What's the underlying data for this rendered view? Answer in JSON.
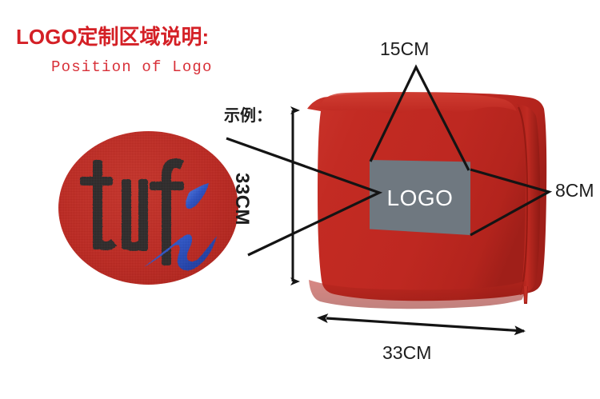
{
  "heading": {
    "title_cn": "LOGO定制区域说明:",
    "title_en": "Position of Logo",
    "title_color": "#D42026"
  },
  "sample": {
    "label": "示例：",
    "logo_text": "tufi",
    "background_color": "#BE2821",
    "thread_color": "#333333",
    "accent_color": "#2B55C8"
  },
  "product": {
    "name": "cushion",
    "color": "#C12A22",
    "logo_area": {
      "label": "LOGO",
      "fill_color": "#6F7880",
      "text_color": "#FFFFFF"
    }
  },
  "dimensions": {
    "logo_width": "15CM",
    "logo_height": "8CM",
    "product_height": "33CM",
    "product_width": "33CM"
  }
}
